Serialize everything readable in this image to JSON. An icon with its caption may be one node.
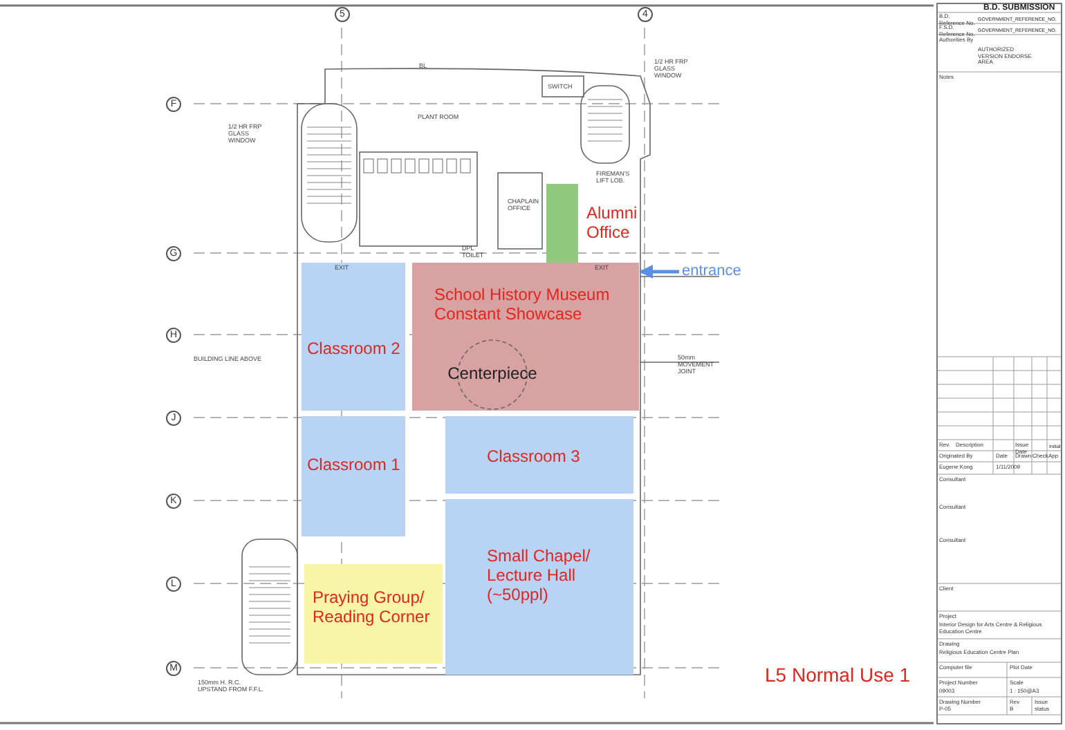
{
  "diagram": {
    "nodes": [
      {
        "text": [],
        "shape": "box"
      },
      {
        "text": [
          "Alumni Office"
        ]
      },
      {
        "text": [
          "entrance"
        ]
      },
      {
        "text": [
          "School History Museum Constant Showcase"
        ]
      },
      {
        "text": [
          "Centerpiece"
        ],
        "in": 3
      },
      {
        "text": [
          "Classroom 2"
        ]
      },
      {
        "text": [
          "Classroom 1"
        ]
      },
      {
        "text": [
          "Classroom 3"
        ]
      },
      {
        "text": [
          "Small Chapel/ Lecture Hall (~50ppl)"
        ]
      },
      {
        "text": [
          "Praying Group/ Reading Corner"
        ]
      }
    ],
    "edges": [
      {
        "from": 2,
        "to": 3,
        "arrow": "to",
        "color": "#5b8fe6"
      }
    ],
    "labels": [
      "5",
      "4",
      "F",
      "G",
      "H",
      "J",
      "K",
      "L",
      "M",
      "1/2 HR FRP GLASS WINDOW",
      "BL",
      "SWITCH",
      "PLANT ROOM",
      "1/2 HR FRP GLASS WINDOW",
      "CHAPLAIN OFFICE",
      "FIREMAN'S LIFT LOB.",
      "DPL TOILET",
      "EXIT",
      "EXIT",
      "BUILDING LINE ABOVE",
      "50mm MOVEMENT JOINT",
      "150mm H. R.C. UPSTAND FROM F.F.L.",
      "L5 Normal Use 1",
      "B.D. SUBMISSION",
      "B.D. Reference No.",
      "GOVERNMENT_REFERENCE_NO.",
      "F.S.D. Reference No.",
      "GOVERNMENT_REFERENCE_NO.",
      "Authorities By",
      "AUTHORIZED VERSION ENDORSE AREA",
      "Notes",
      "Rev.",
      "Description",
      "Issue Date",
      "Initial",
      "Originated By",
      "Date",
      "Drawn",
      "Check",
      "App",
      "Eugene Kong",
      "1/11/2009",
      "Consultant",
      "Consultant",
      "Consultant",
      "Client",
      "Project",
      "Interior Design for Arts Centre & Religious Education Centre",
      "Drawing",
      "Religious Education Centre Plan",
      "Computer file",
      "Plot Date",
      "Project Number",
      "09003",
      "Scale",
      "1 : 150@A3",
      "Drawing Number",
      "P-05",
      "Rev",
      "B",
      "Issue status"
    ]
  }
}
